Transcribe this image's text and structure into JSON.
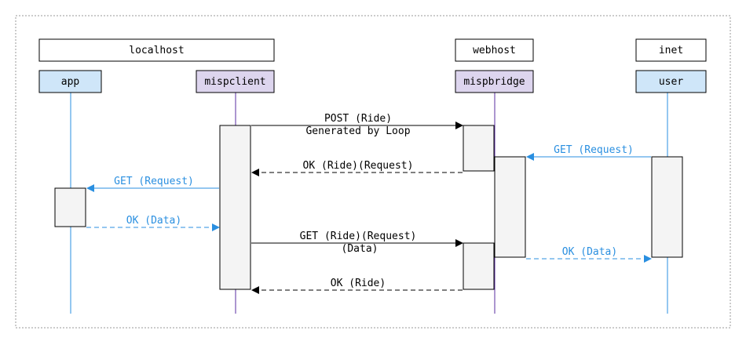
{
  "groups": {
    "localhost": "localhost",
    "webhost": "webhost",
    "inet": "inet"
  },
  "participants": {
    "app": "app",
    "mispclient": "mispclient",
    "mispbridge": "mispbridge",
    "user": "user"
  },
  "messages": {
    "post_ride_line1": "POST (Ride)",
    "post_ride_line2": "Generated by Loop",
    "get_request_user": "GET (Request)",
    "ok_ride_request": "OK (Ride)(Request)",
    "get_request_app": "GET (Request)",
    "ok_data_app": "OK (Data)",
    "get_ride_request_line1": "GET (Ride)(Request)",
    "get_ride_request_line2": "(Data)",
    "ok_data_user": "OK (Data)",
    "ok_ride": "OK (Ride)"
  },
  "colors": {
    "app_fill": "#cfe6f9",
    "misp_fill": "#ddd5ee",
    "activation_fill": "#f4f4f4",
    "blue_message": "#2a8fe0",
    "purple_lifeline": "#5a2ca0",
    "black_message": "#000000"
  }
}
